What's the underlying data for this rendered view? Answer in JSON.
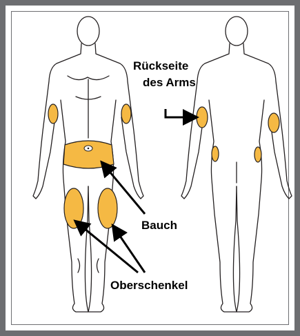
{
  "labels": {
    "back_arm_line1": "Rückseite",
    "back_arm_line2": "des Arms",
    "abdomen": "Bauch",
    "thigh": "Oberschenkel"
  },
  "colors": {
    "injection_site": "#f5b944",
    "outline": "#231f20",
    "frame": "#6d6e71"
  }
}
